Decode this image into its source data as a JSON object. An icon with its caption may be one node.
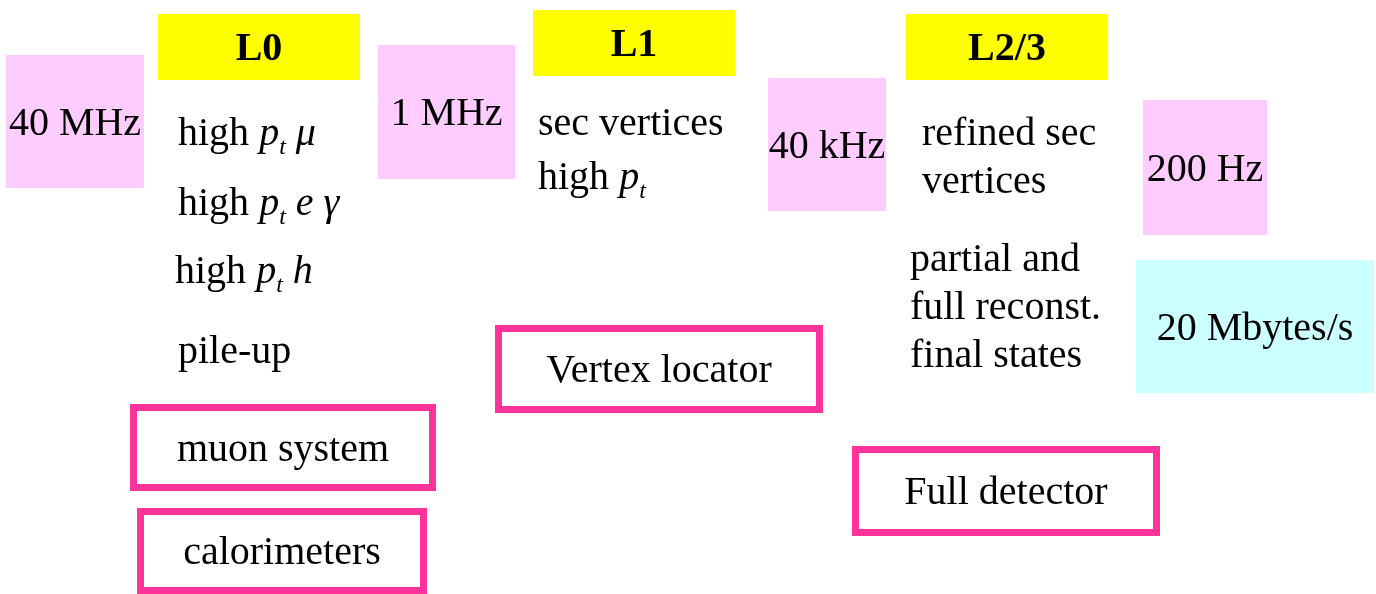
{
  "diagram": {
    "nodes": [
      {
        "text": [
          "40 MHz"
        ]
      },
      {
        "text": [
          "L0"
        ]
      },
      {
        "text": [
          "1 MHz"
        ]
      },
      {
        "text": [
          "L1"
        ]
      },
      {
        "text": [
          "40 kHz"
        ]
      },
      {
        "text": [
          "L2/3"
        ]
      },
      {
        "text": [
          "200 Hz"
        ]
      },
      {
        "text": [
          "20 Mbytes/s"
        ]
      },
      {
        "text": [
          "Vertex locator"
        ]
      },
      {
        "text": [
          "muon system"
        ]
      },
      {
        "text": [
          "Full detector"
        ]
      },
      {
        "text": [
          "calorimeters"
        ]
      }
    ],
    "labels": [
      "high *p*$_{t}$ *μ*",
      "high *p*$_{t}$ *e γ*",
      "high *p*$_{t}$ *h*",
      "pile-up",
      "sec vertices",
      "high *p*$_{t}$",
      "refined sec vertices",
      "partial and full reconst. final states"
    ]
  }
}
